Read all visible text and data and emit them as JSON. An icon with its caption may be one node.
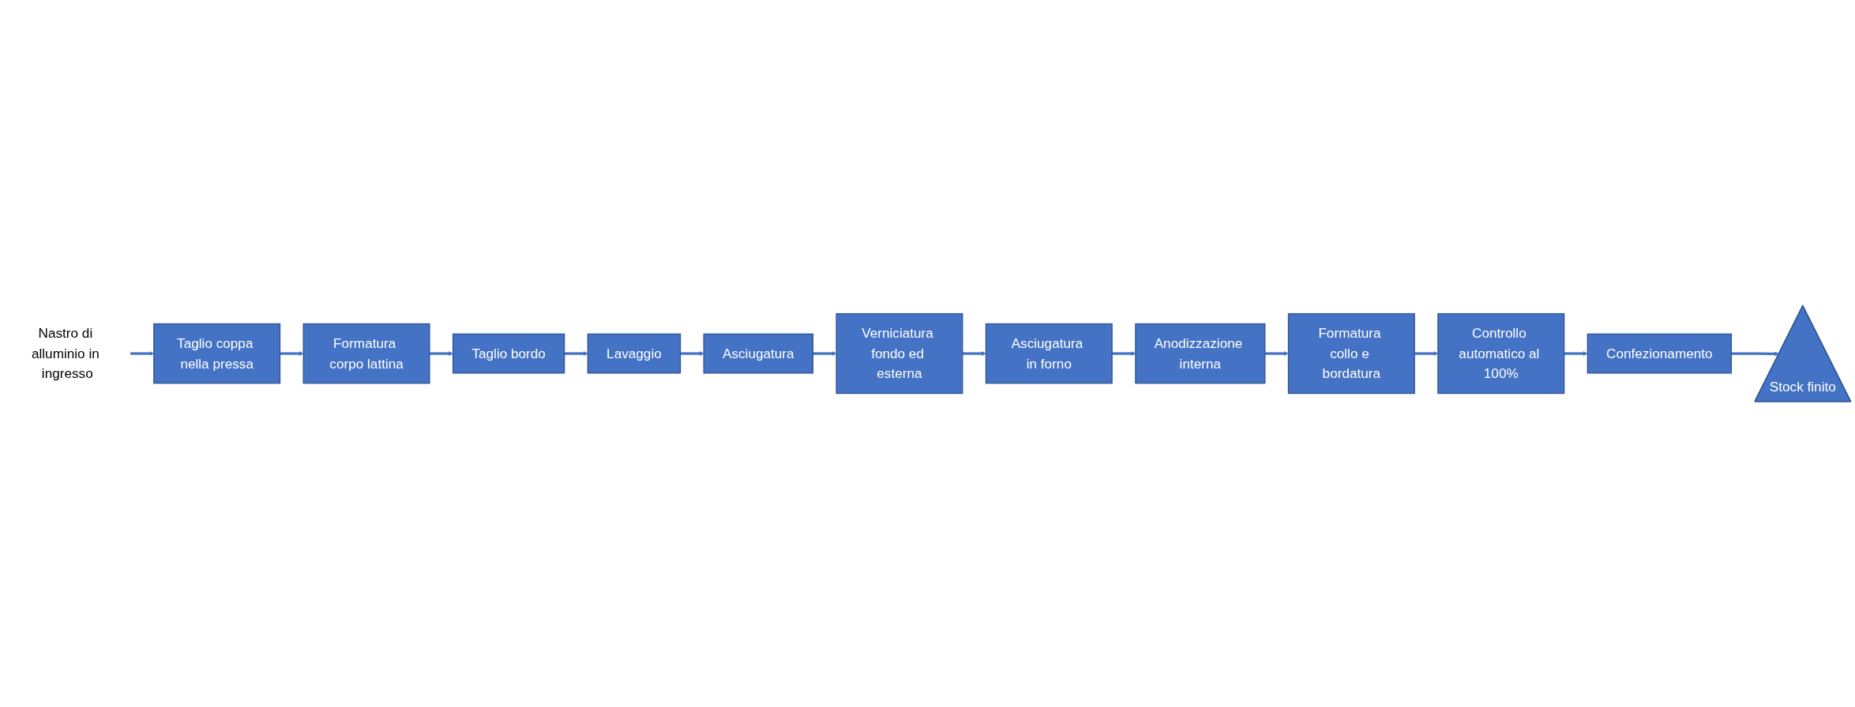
{
  "diagram": {
    "nodes": [
      {
        "text": [
          "Nastro di alluminio in ingresso"
        ]
      },
      {
        "text": [
          "Taglio coppa nella pressa"
        ]
      },
      {
        "text": [
          "Formatura corpo lattina"
        ]
      },
      {
        "text": [
          "Taglio bordo"
        ]
      },
      {
        "text": [
          "Lavaggio"
        ]
      },
      {
        "text": [
          "Asciugatura"
        ]
      },
      {
        "text": [
          "Verniciatura fondo ed esterna"
        ]
      },
      {
        "text": [
          "Asciugatura in forno"
        ]
      },
      {
        "text": [
          "Anodizzazione interna"
        ]
      },
      {
        "text": [
          "Formatura collo e bordatura"
        ]
      },
      {
        "text": [
          "Controllo automatico al 100%"
        ]
      },
      {
        "text": [
          "Confezionamento"
        ]
      },
      {
        "text": [
          "Stock finito"
        ]
      }
    ],
    "edges": [
      {
        "from": 0,
        "to": 1,
        "arrow": "to"
      },
      {
        "from": 1,
        "to": 2,
        "arrow": "to"
      },
      {
        "from": 2,
        "to": 3,
        "arrow": "to"
      },
      {
        "from": 3,
        "to": 4,
        "arrow": "to"
      },
      {
        "from": 4,
        "to": 5,
        "arrow": "to"
      },
      {
        "from": 5,
        "to": 6,
        "arrow": "to"
      },
      {
        "from": 6,
        "to": 7,
        "arrow": "to"
      },
      {
        "from": 7,
        "to": 8,
        "arrow": "to"
      },
      {
        "from": 8,
        "to": 9,
        "arrow": "to"
      },
      {
        "from": 9,
        "to": 10,
        "arrow": "to"
      },
      {
        "from": 10,
        "to": 11,
        "arrow": "to"
      },
      {
        "from": 11,
        "to": 12,
        "arrow": "to"
      }
    ]
  }
}
